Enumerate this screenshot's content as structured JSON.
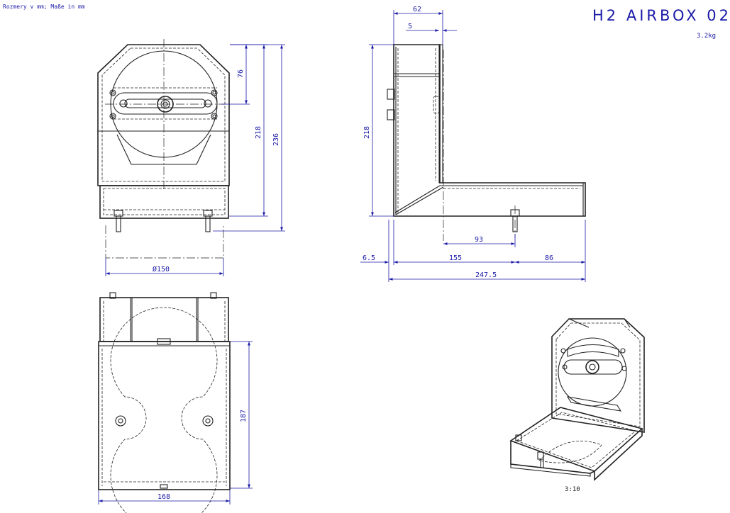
{
  "header": {
    "units_note": "Rozmery v mm; Maße in mm",
    "title": "H2 AIRBOX 02",
    "mass": "3.2kg"
  },
  "front_view": {
    "dim_76": "76",
    "dim_218": "218",
    "dim_236": "236",
    "dim_diameter": "Ø150"
  },
  "side_view": {
    "dim_62": "62",
    "dim_5": "5",
    "dim_218": "218",
    "dim_93": "93",
    "dim_6_5": "6.5",
    "dim_155": "155",
    "dim_86": "86",
    "dim_247_5": "247.5"
  },
  "bottom_view": {
    "dim_187": "187",
    "dim_168": "168"
  },
  "iso_view": {
    "scale": "3:10"
  },
  "colors": {
    "dimension": "#1a1aa8",
    "outline": "#222222",
    "background": "#ffffff"
  }
}
